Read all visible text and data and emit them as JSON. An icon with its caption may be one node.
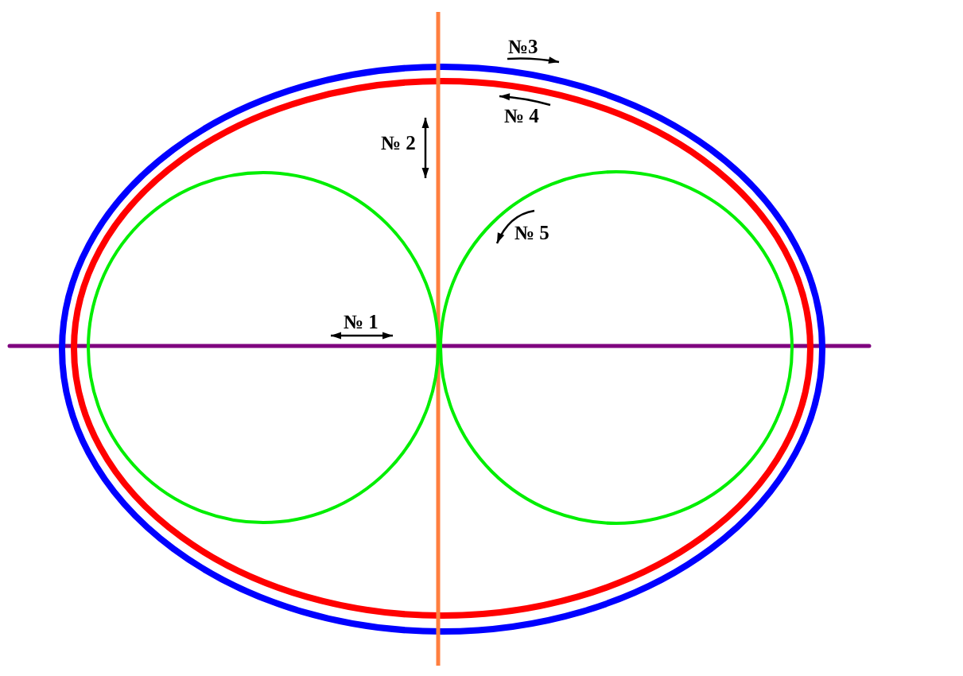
{
  "diagram": {
    "labels": [
      "№3",
      "№ 4",
      "№ 2",
      "№ 5",
      "№ 1"
    ]
  }
}
